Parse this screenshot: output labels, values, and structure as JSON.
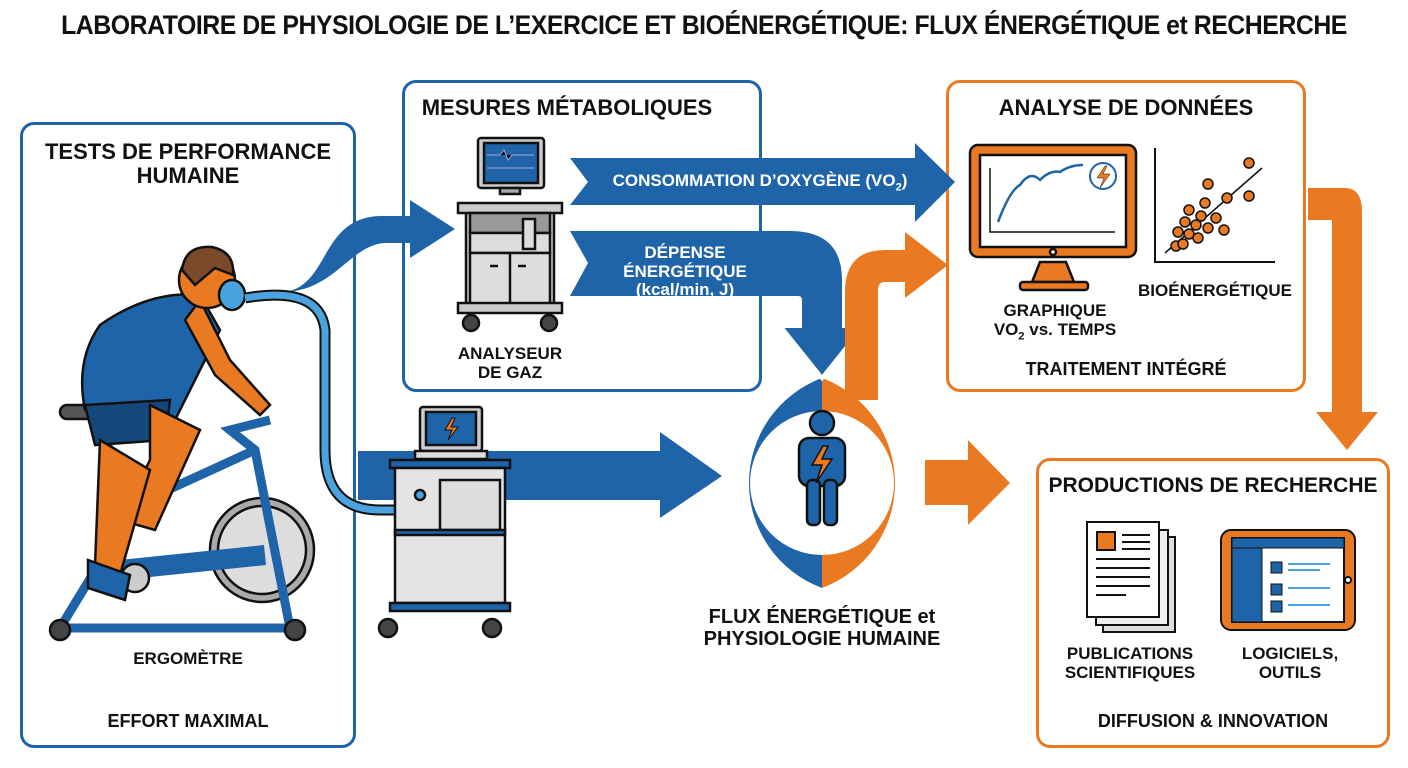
{
  "title": "LABORATOIRE DE PHYSIOLOGIE DE L’EXERCICE ET BIOÉNERGÉTIQUE: FLUX ÉNERGÉTIQUE et RECHERCHE",
  "colors": {
    "blue": "#1f63a8",
    "orange": "#ea7a22",
    "light_blue": "#4aa3df",
    "gray": "#d8d8d8"
  },
  "panels": {
    "performance": {
      "title_line1": "TESTS DE PERFORMANCE",
      "title_line2": "HUMAINE",
      "equipment_label": "ERGOMÈTRE",
      "footer": "EFFORT MAXIMAL",
      "icons": [
        "cyclist-icon",
        "exercise-bike-icon",
        "breathing-mask-icon"
      ]
    },
    "metabolic": {
      "title": "MESURES MÉTABOLIQUES",
      "device_label_line1": "ANALYSEUR",
      "device_label_line2": "DE GAZ",
      "icons": [
        "gas-analyzer-cart-icon",
        "monitor-waveform-icon"
      ]
    },
    "analysis": {
      "title": "ANALYSE DE DONNÉES",
      "graph_label_line1": "GRAPHIQUE",
      "graph_label_line2_prefix": "VO",
      "graph_label_line2_sub": "2",
      "graph_label_line2_suffix": " vs. TEMPS",
      "scatter_label": "BIOÉNERGÉTIQUE",
      "footer": "TRAITEMENT INTÉGRÉ",
      "icons": [
        "monitor-line-chart-icon",
        "scatter-plot-icon",
        "energy-bolt-icon"
      ]
    },
    "research": {
      "title": "PRODUCTIONS DE RECHERCHE",
      "pub_label_line1": "PUBLICATIONS",
      "pub_label_line2": "SCIENTIFIQUES",
      "soft_label_line1": "LOGICIELS,",
      "soft_label_line2": "OUTILS",
      "footer": "DIFFUSION & INNOVATION",
      "icons": [
        "document-stack-icon",
        "tablet-app-icon"
      ]
    }
  },
  "flows": {
    "oxygen_prefix": "CONSOMMATION D’OXYGÈNE (VO",
    "oxygen_sub": "2",
    "oxygen_suffix": ")",
    "energy_line1": "DÉPENSE",
    "energy_line2": "ÉNERGÉTIQUE",
    "energy_line3": "(kcal/min, J)"
  },
  "hub": {
    "label_line1": "FLUX ÉNERGÉTIQUE et",
    "label_line2": "PHYSIOLOGIE HUMAINE",
    "icons": [
      "human-energy-icon"
    ]
  }
}
